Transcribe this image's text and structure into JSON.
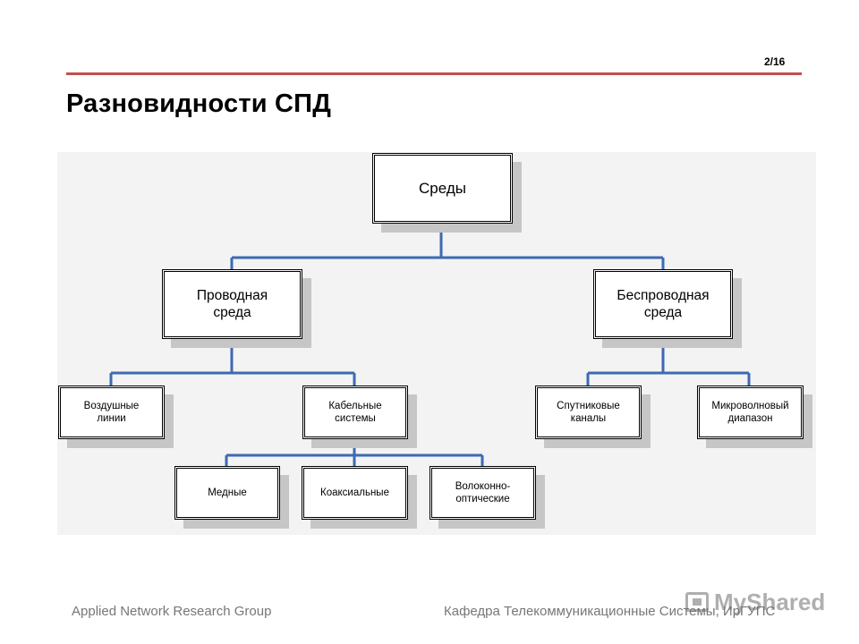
{
  "slide": {
    "page_number": "2/16",
    "title": "Разновидности СПД"
  },
  "diagram": {
    "connector_color": "#3d6ab3",
    "root": "Среды",
    "wired": "Проводная\nсреда",
    "wireless": "Беспроводная\nсреда",
    "overhead": "Воздушные\nлинии",
    "cable": "Кабельные\nсистемы",
    "satellite": "Спутниковые\nканалы",
    "microwave": "Микроволновый\nдиапазон",
    "copper": "Медные",
    "coaxial": "Коаксиальные",
    "fiber": "Волоконно-\nоптические"
  },
  "footer": {
    "left": "Applied Network Research Group",
    "right": "Кафедра Телекоммуникационные Системы, ИрГУПС",
    "watermark": "MyShared"
  }
}
